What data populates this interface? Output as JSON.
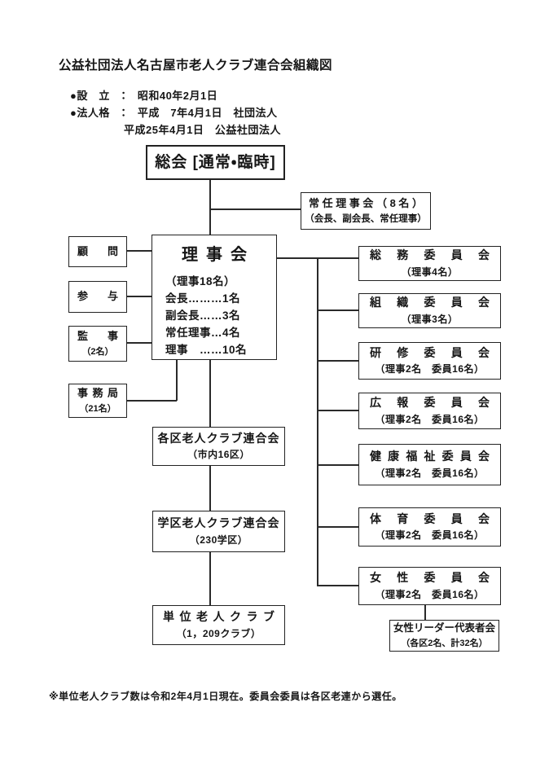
{
  "header": {
    "title": "公益社団法人名古屋市老人クラブ連合会組織図",
    "info_line1": "●設　立　：　昭和40年2月1日",
    "info_line2": "●法人格　：　平成　7年4月1日　社団法人",
    "info_line3": "平成25年4月1日　公益社団法人"
  },
  "chart": {
    "general_assembly": "総会 [通常・臨時]",
    "standing_board": {
      "name": "常任理事会（8名）",
      "sub": "（会長、副会長、常任理事）"
    },
    "advisors": {
      "komon": {
        "name": "顧問"
      },
      "sanyo": {
        "name": "参与"
      },
      "kanji": {
        "name": "監事",
        "sub": "（2名）"
      },
      "jimukyoku": {
        "name": "事務局",
        "sub": "（21名）"
      }
    },
    "board": {
      "title": "理事会",
      "sub": "（理事18名）",
      "member1": "会長………1名",
      "member2": "副会長……3名",
      "member3": "常任理事…4名",
      "member4": "理事　……10名"
    },
    "committees": [
      {
        "name": "総務委員会",
        "sub": "（理事4名）"
      },
      {
        "name": "組織委員会",
        "sub": "（理事3名）"
      },
      {
        "name": "研修委員会",
        "sub": "（理事2名　委員16名）"
      },
      {
        "name": "広報委員会",
        "sub": "（理事2名　委員16名）"
      },
      {
        "name": "健康福祉委員会",
        "sub": "（理事2名　委員16名）"
      },
      {
        "name": "体育委員会",
        "sub": "（理事2名　委員16名）"
      },
      {
        "name": "女性委員会",
        "sub": "（理事2名　委員16名）"
      }
    ],
    "women_leaders": {
      "name": "女性リーダー代表者会",
      "sub": "（各区2名、計32名）"
    },
    "district_chain": [
      {
        "name": "各区老人クラブ連合会",
        "sub": "（市内16区）"
      },
      {
        "name": "学区老人クラブ連合会",
        "sub": "（230学区）"
      },
      {
        "name": "単位老人クラブ",
        "sub": "（1，209クラブ）"
      }
    ]
  },
  "footnote": "※単位老人クラブ数は令和2年4月1日現在。委員会委員は各区老連から選任。"
}
